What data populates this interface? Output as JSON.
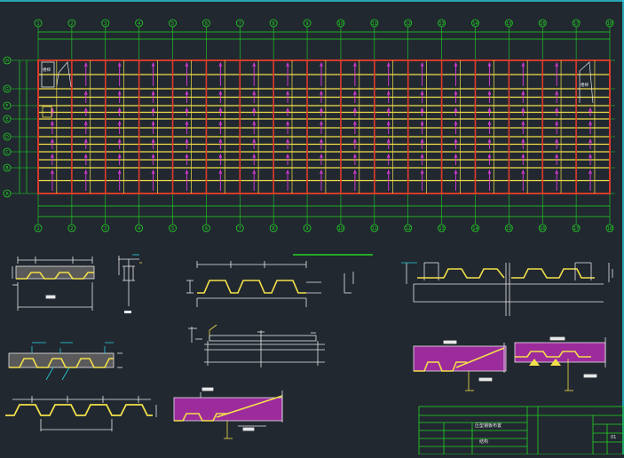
{
  "colors": {
    "background": "#212830",
    "grid_green": "#22d622",
    "beam_yellow": "#f2e04a",
    "frame_red": "#e03a2a",
    "arrow_magenta": "#e23be0",
    "white": "#e8e8e8",
    "cyan": "#2ad0e0",
    "concrete": "#c23bc0"
  },
  "grid": {
    "columns": [
      "1",
      "2",
      "3",
      "4",
      "5",
      "6",
      "7",
      "8",
      "9",
      "10",
      "11",
      "12",
      "13",
      "14",
      "15",
      "16",
      "17",
      "18"
    ],
    "rows_top_to_bottom": [
      "H",
      "G",
      "F",
      "E",
      "D",
      "C",
      "B",
      "A"
    ]
  },
  "plan": {
    "corner_labels": [
      "楼梯",
      "楼梯"
    ]
  },
  "title_block": {
    "project_name": "压型钢板布置",
    "sheet_label": "结构",
    "sheet_no": "01"
  }
}
